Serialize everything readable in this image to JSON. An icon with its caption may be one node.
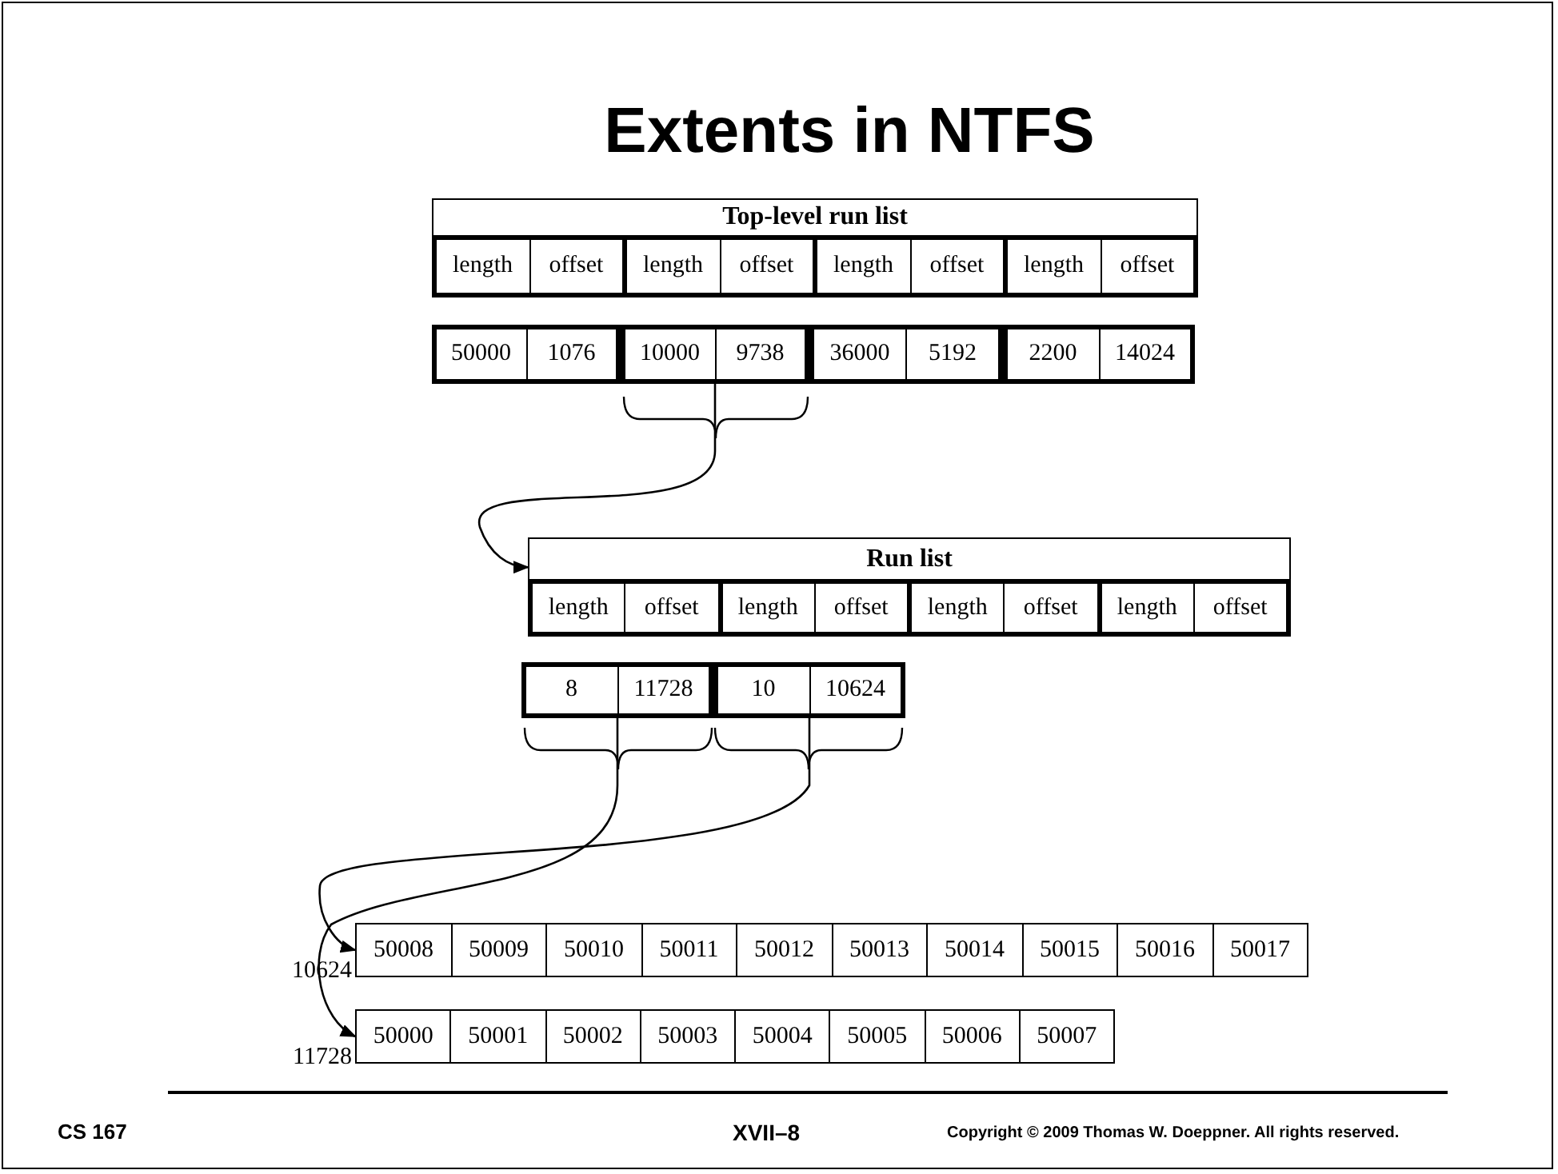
{
  "diagram": {
    "title": "Extents in NTFS",
    "nodes": [
      {
        "text": [
          "Top-level run list"
        ]
      },
      {
        "text": [
          "50000",
          "1076"
        ]
      },
      {
        "text": [
          "10000",
          "9738"
        ]
      },
      {
        "text": [
          "36000",
          "5192"
        ]
      },
      {
        "text": [
          "2200",
          "14024"
        ]
      },
      {
        "text": [
          "Run list"
        ]
      },
      {
        "text": [
          "8",
          "11728"
        ]
      },
      {
        "text": [
          "10",
          "10624"
        ]
      },
      {
        "text": [
          "50008",
          "50009",
          "50010",
          "50011",
          "50012",
          "50013",
          "50014",
          "50015",
          "50016",
          "50017"
        ],
        "beside": [
          "10624"
        ]
      },
      {
        "text": [
          "50000",
          "50001",
          "50002",
          "50003",
          "50004",
          "50005",
          "50006",
          "50007"
        ],
        "beside": [
          "11728"
        ]
      }
    ],
    "edges": [
      {
        "from": 2,
        "to": 5,
        "arrow": "to"
      },
      {
        "from": 6,
        "to": 9,
        "arrow": "to"
      },
      {
        "from": 7,
        "to": 8,
        "arrow": "to"
      }
    ],
    "labels": [
      "length",
      "offset",
      "length",
      "offset",
      "length",
      "offset",
      "length",
      "offset",
      "length",
      "offset",
      "length",
      "offset",
      "length",
      "offset",
      "length",
      "offset",
      "CS 167",
      "XVII–8",
      "Copyright © 2009 Thomas W. Doeppner. All rights reserved."
    ]
  }
}
